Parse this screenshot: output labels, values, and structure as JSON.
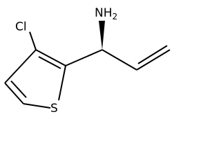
{
  "molecule": {
    "atoms": {
      "amine": {
        "element": "NH",
        "subscript": "2"
      },
      "chlorine": {
        "element": "Cl"
      },
      "sulfur": {
        "element": "S"
      }
    }
  },
  "colors": {
    "bond": "#000000",
    "background": "#ffffff"
  }
}
